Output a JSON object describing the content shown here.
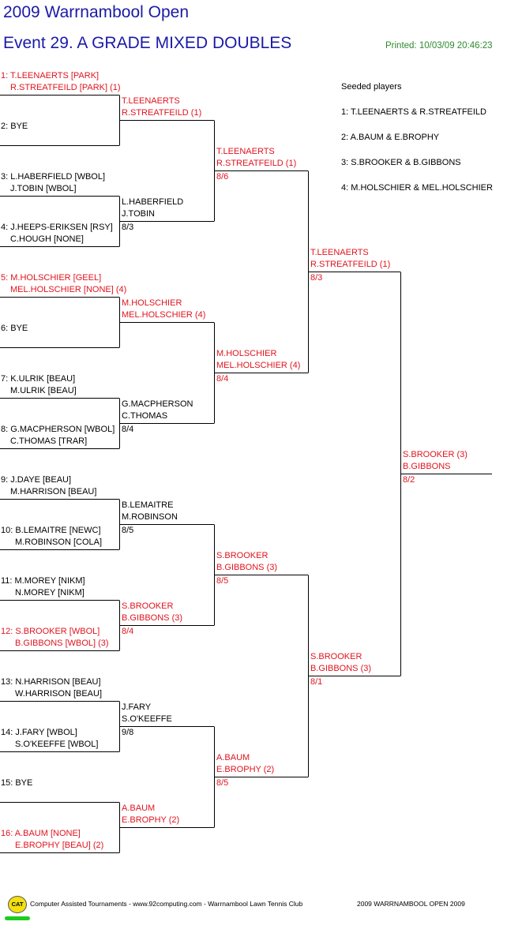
{
  "header": {
    "title": "2009 Warrnambool Open",
    "event": "Event 29. A GRADE MIXED DOUBLES",
    "printed": "Printed: 10/03/09 20:46:23"
  },
  "colors": {
    "title": "#1a1aa6",
    "seeded": "#e0141e",
    "printed": "#2e8b2e",
    "lines": "#000000"
  },
  "seeded": {
    "heading": "Seeded players",
    "list": [
      "1: T.LEENAERTS & R.STREATFEILD",
      "2: A.BAUM & E.BROPHY",
      "3: S.BROOKER & B.GIBBONS",
      "4: M.HOLSCHIER & MEL.HOLSCHIER"
    ]
  },
  "draw": [
    {
      "a": "1: T.LEENAERTS [PARK]",
      "b": "R.STREATFEILD [PARK] (1)",
      "seeded": true
    },
    {
      "a": "2: BYE",
      "b": "",
      "seeded": false
    },
    {
      "a": "3: L.HABERFIELD [WBOL]",
      "b": "J.TOBIN [WBOL]",
      "seeded": false
    },
    {
      "a": "4: J.HEEPS-ERIKSEN [RSY]",
      "b": "C.HOUGH [NONE]",
      "seeded": false
    },
    {
      "a": "5: M.HOLSCHIER [GEEL]",
      "b": "MEL.HOLSCHIER [NONE] (4)",
      "seeded": true
    },
    {
      "a": "6: BYE",
      "b": "",
      "seeded": false
    },
    {
      "a": "7: K.ULRIK [BEAU]",
      "b": "M.ULRIK [BEAU]",
      "seeded": false
    },
    {
      "a": "8: G.MACPHERSON [WBOL]",
      "b": "C.THOMAS [TRAR]",
      "seeded": false
    },
    {
      "a": "9: J.DAYE [BEAU]",
      "b": "M.HARRISON [BEAU]",
      "seeded": false
    },
    {
      "a": "10: B.LEMAITRE [NEWC]",
      "b": "M.ROBINSON [COLA]",
      "seeded": false
    },
    {
      "a": "11: M.MOREY [NIKM]",
      "b": "N.MOREY [NIKM]",
      "seeded": false
    },
    {
      "a": "12: S.BROOKER [WBOL]",
      "b": "B.GIBBONS [WBOL] (3)",
      "seeded": true
    },
    {
      "a": "13: N.HARRISON [BEAU]",
      "b": "W.HARRISON [BEAU]",
      "seeded": false
    },
    {
      "a": "14: J.FARY [WBOL]",
      "b": "S.O'KEEFFE [WBOL]",
      "seeded": false
    },
    {
      "a": "15: BYE",
      "b": "",
      "seeded": false
    },
    {
      "a": "16: A.BAUM [NONE]",
      "b": "E.BROPHY [BEAU] (2)",
      "seeded": true
    }
  ],
  "rounds": [
    [
      {
        "a": "T.LEENAERTS",
        "b": "R.STREATFEILD (1)",
        "score": "",
        "seeded": true
      },
      {
        "a": "L.HABERFIELD",
        "b": "J.TOBIN",
        "score": "8/3",
        "seeded": false
      },
      {
        "a": "M.HOLSCHIER",
        "b": "MEL.HOLSCHIER (4)",
        "score": "",
        "seeded": true
      },
      {
        "a": "G.MACPHERSON",
        "b": "C.THOMAS",
        "score": "8/4",
        "seeded": false
      },
      {
        "a": "B.LEMAITRE",
        "b": "M.ROBINSON",
        "score": "8/5",
        "seeded": false
      },
      {
        "a": "S.BROOKER",
        "b": "B.GIBBONS (3)",
        "score": "8/4",
        "seeded": true
      },
      {
        "a": "J.FARY",
        "b": "S.O'KEEFFE",
        "score": "9/8",
        "seeded": false
      },
      {
        "a": "A.BAUM",
        "b": "E.BROPHY (2)",
        "score": "",
        "seeded": true
      }
    ],
    [
      {
        "a": "T.LEENAERTS",
        "b": "R.STREATFEILD (1)",
        "score": "8/6",
        "seeded": true
      },
      {
        "a": "M.HOLSCHIER",
        "b": "MEL.HOLSCHIER (4)",
        "score": "8/4",
        "seeded": true
      },
      {
        "a": "S.BROOKER",
        "b": "B.GIBBONS (3)",
        "score": "8/5",
        "seeded": true
      },
      {
        "a": "A.BAUM",
        "b": "E.BROPHY (2)",
        "score": "8/5",
        "seeded": true
      }
    ],
    [
      {
        "a": "T.LEENAERTS",
        "b": "R.STREATFEILD (1)",
        "score": "8/3",
        "seeded": true
      },
      {
        "a": "S.BROOKER",
        "b": "B.GIBBONS (3)",
        "score": "8/1",
        "seeded": true
      }
    ],
    [
      {
        "a": "S.BROOKER (3)",
        "b": "B.GIBBONS",
        "score": "8/2",
        "seeded": true
      }
    ]
  ],
  "footer": {
    "logo": "CAT",
    "credit": "Computer Assisted Tournaments - www.92computing.com -  Warrnambool Lawn Tennis Club",
    "event_name": "2009 WARRNAMBOOL OPEN 2009"
  }
}
